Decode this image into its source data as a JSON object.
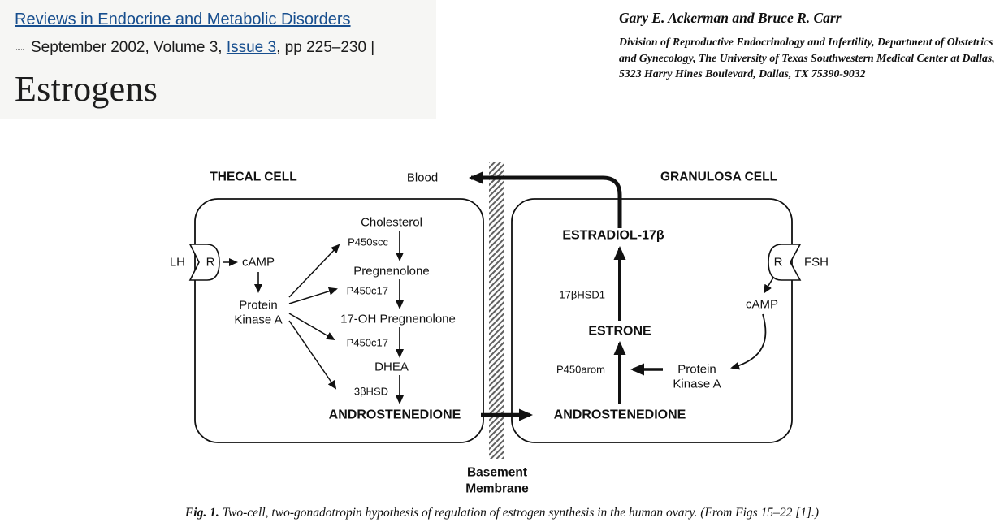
{
  "header": {
    "journal_link": "Reviews in Endocrine and Metabolic Disorders",
    "issue_prefix": "September 2002, Volume 3,",
    "issue_link": "Issue 3",
    "issue_suffix": ", pp 225–230 |",
    "article_title": "Estrogens",
    "authors": "Gary E. Ackerman and Bruce R. Carr",
    "affiliation": "Division of Reproductive Endocrinology and Infertility, Department of Obstetrics and Gynecology, The University of Texas Southwestern Medical Center at Dallas, 5323 Harry Hines Boulevard, Dallas, TX 75390-9032"
  },
  "diagram": {
    "thecal_cell": "THECAL CELL",
    "granulosa_cell": "GRANULOSA CELL",
    "blood": "Blood",
    "basement_line1": "Basement",
    "basement_line2": "Membrane",
    "lh": "LH",
    "receptor_left": "R",
    "receptor_right": "R",
    "fsh": "FSH",
    "camp_left": "cAMP",
    "camp_right": "cAMP",
    "pka_left_line1": "Protein",
    "pka_left_line2": "Kinase A",
    "pka_right_line1": "Protein",
    "pka_right_line2": "Kinase A",
    "cholesterol": "Cholesterol",
    "p450scc": "P450scc",
    "pregnenolone": "Pregnenolone",
    "p450c17_a": "P450c17",
    "oh_pregnenolone": "17-OH Pregnenolone",
    "p450c17_b": "P450c17",
    "dhea": "DHEA",
    "hsd3b": "3βHSD",
    "androstenedione_thecal": "ANDROSTENEDIONE",
    "androstenedione_granulosa": "ANDROSTENEDIONE",
    "p450arom": "P450arom",
    "estrone": "ESTRONE",
    "hsd17b1": "17βHSD1",
    "estradiol": "ESTRADIOL-17β"
  },
  "caption": {
    "fig_label": "Fig. 1.",
    "text": "Two-cell, two-gonadotropin hypothesis of regulation of estrogen synthesis in the human ovary. (From Figs 15–22 [1].)"
  },
  "colors": {
    "link_blue": "#174e8e",
    "header_background": "#f6f6f4",
    "diagram_ink": "#111111"
  }
}
